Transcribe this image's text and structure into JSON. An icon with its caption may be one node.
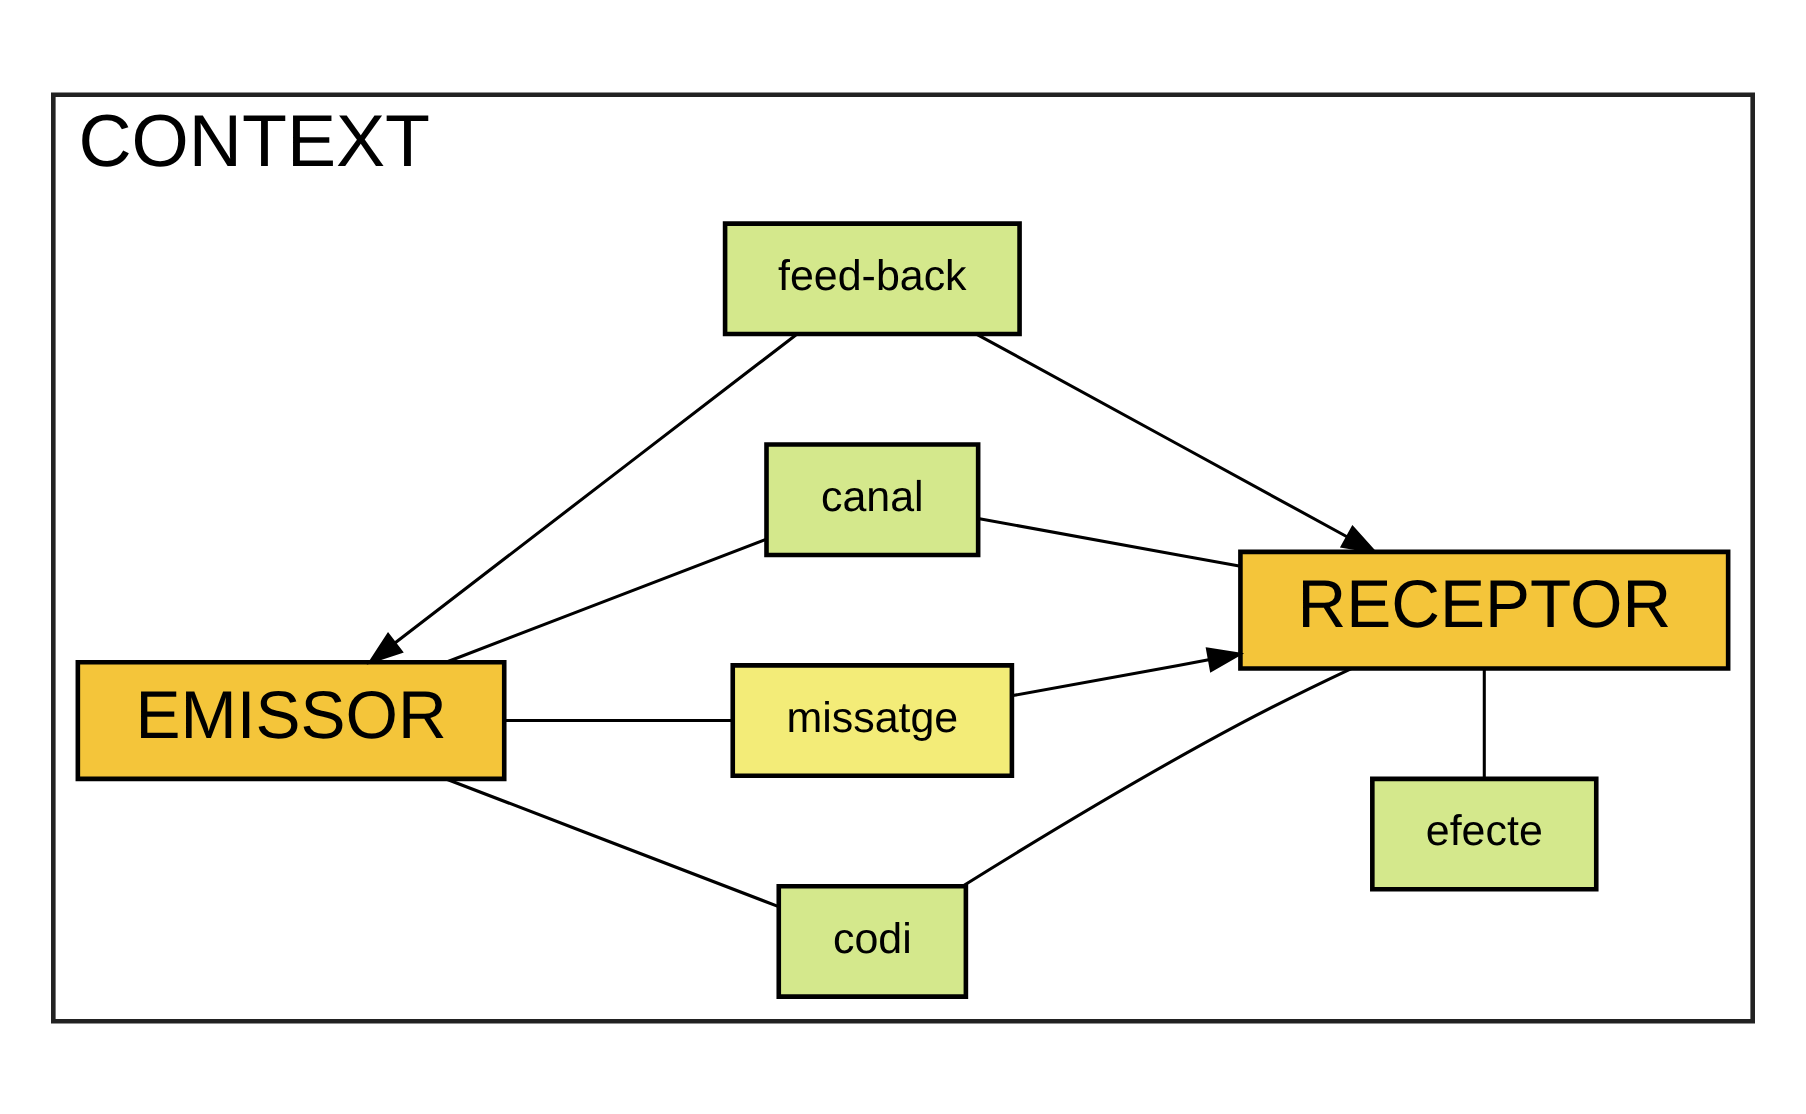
{
  "diagram": {
    "nodes": [
      {
        "text": [
          "CONTEXT"
        ]
      },
      {
        "text": [
          "codi"
        ],
        "in": 0
      },
      {
        "text": [
          "efecte"
        ],
        "in": 0
      },
      {
        "text": [
          "EMISSOR"
        ],
        "in": 0
      },
      {
        "text": [
          "missatge"
        ],
        "in": 0
      },
      {
        "text": [
          "RECEPTOR"
        ],
        "in": 0
      },
      {
        "text": [
          "canal"
        ],
        "in": 0
      },
      {
        "text": [
          "feed-back"
        ],
        "in": 0
      }
    ],
    "edges": [
      {
        "from": 3,
        "to": 1,
        "arrow": "none"
      },
      {
        "from": 1,
        "to": 5,
        "arrow": "none"
      },
      {
        "from": 3,
        "to": 4,
        "arrow": "none"
      },
      {
        "from": 4,
        "to": 5,
        "arrow": "to"
      },
      {
        "from": 3,
        "to": 6,
        "arrow": "none"
      },
      {
        "from": 6,
        "to": 5,
        "arrow": "none"
      },
      {
        "from": 2,
        "to": 5,
        "arrow": "none"
      },
      {
        "from": 7,
        "to": 3,
        "arrow": "to"
      },
      {
        "from": 7,
        "to": 5,
        "arrow": "to"
      }
    ]
  }
}
